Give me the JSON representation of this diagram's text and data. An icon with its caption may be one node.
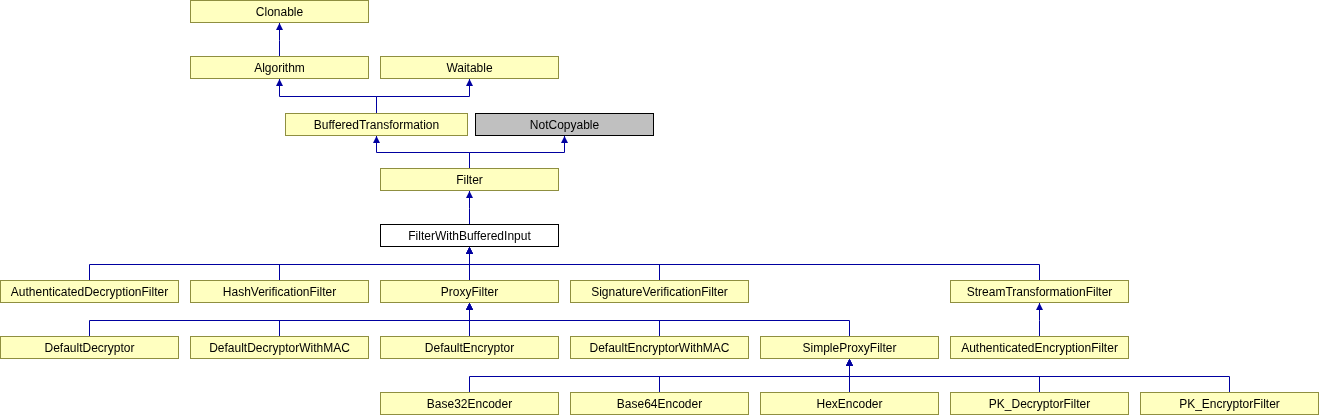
{
  "diagram": {
    "nodes": [
      {
        "text": [
          "Clonable"
        ]
      },
      {
        "text": [
          "Algorithm"
        ]
      },
      {
        "text": [
          "Waitable"
        ]
      },
      {
        "text": [
          "BufferedTransformation"
        ]
      },
      {
        "text": [
          "NotCopyable"
        ]
      },
      {
        "text": [
          "Filter"
        ]
      },
      {
        "text": [
          "FilterWithBufferedInput"
        ]
      },
      {
        "text": [
          "AuthenticatedDecryptionFilter"
        ]
      },
      {
        "text": [
          "HashVerificationFilter"
        ]
      },
      {
        "text": [
          "ProxyFilter"
        ]
      },
      {
        "text": [
          "SignatureVerificationFilter"
        ]
      },
      {
        "text": [
          "StreamTransformationFilter"
        ]
      },
      {
        "text": [
          "DefaultDecryptor"
        ]
      },
      {
        "text": [
          "DefaultDecryptorWithMAC"
        ]
      },
      {
        "text": [
          "DefaultEncryptor"
        ]
      },
      {
        "text": [
          "DefaultEncryptorWithMAC"
        ]
      },
      {
        "text": [
          "SimpleProxyFilter"
        ]
      },
      {
        "text": [
          "AuthenticatedEncryptionFilter"
        ]
      },
      {
        "text": [
          "Base32Encoder"
        ]
      },
      {
        "text": [
          "Base64Encoder"
        ]
      },
      {
        "text": [
          "HexEncoder"
        ]
      },
      {
        "text": [
          "PK_DecryptorFilter"
        ]
      },
      {
        "text": [
          "PK_EncryptorFilter"
        ]
      }
    ],
    "edges": [
      {
        "from": 1,
        "to": 0,
        "arrow": "to"
      },
      {
        "from": 3,
        "to": 1,
        "arrow": "to"
      },
      {
        "from": 3,
        "to": 2,
        "arrow": "to"
      },
      {
        "from": 5,
        "to": 3,
        "arrow": "to"
      },
      {
        "from": 5,
        "to": 4,
        "arrow": "to"
      },
      {
        "from": 6,
        "to": 5,
        "arrow": "to"
      },
      {
        "from": 7,
        "to": 6,
        "arrow": "to"
      },
      {
        "from": 8,
        "to": 6,
        "arrow": "to"
      },
      {
        "from": 9,
        "to": 6,
        "arrow": "to"
      },
      {
        "from": 10,
        "to": 6,
        "arrow": "to"
      },
      {
        "from": 11,
        "to": 6,
        "arrow": "to"
      },
      {
        "from": 12,
        "to": 9,
        "arrow": "to"
      },
      {
        "from": 13,
        "to": 9,
        "arrow": "to"
      },
      {
        "from": 14,
        "to": 9,
        "arrow": "to"
      },
      {
        "from": 15,
        "to": 9,
        "arrow": "to"
      },
      {
        "from": 16,
        "to": 9,
        "arrow": "to"
      },
      {
        "from": 17,
        "to": 11,
        "arrow": "to"
      },
      {
        "from": 18,
        "to": 16,
        "arrow": "to"
      },
      {
        "from": 19,
        "to": 16,
        "arrow": "to"
      },
      {
        "from": 20,
        "to": 16,
        "arrow": "to"
      },
      {
        "from": 21,
        "to": 16,
        "arrow": "to"
      },
      {
        "from": 22,
        "to": 16,
        "arrow": "to"
      }
    ]
  }
}
